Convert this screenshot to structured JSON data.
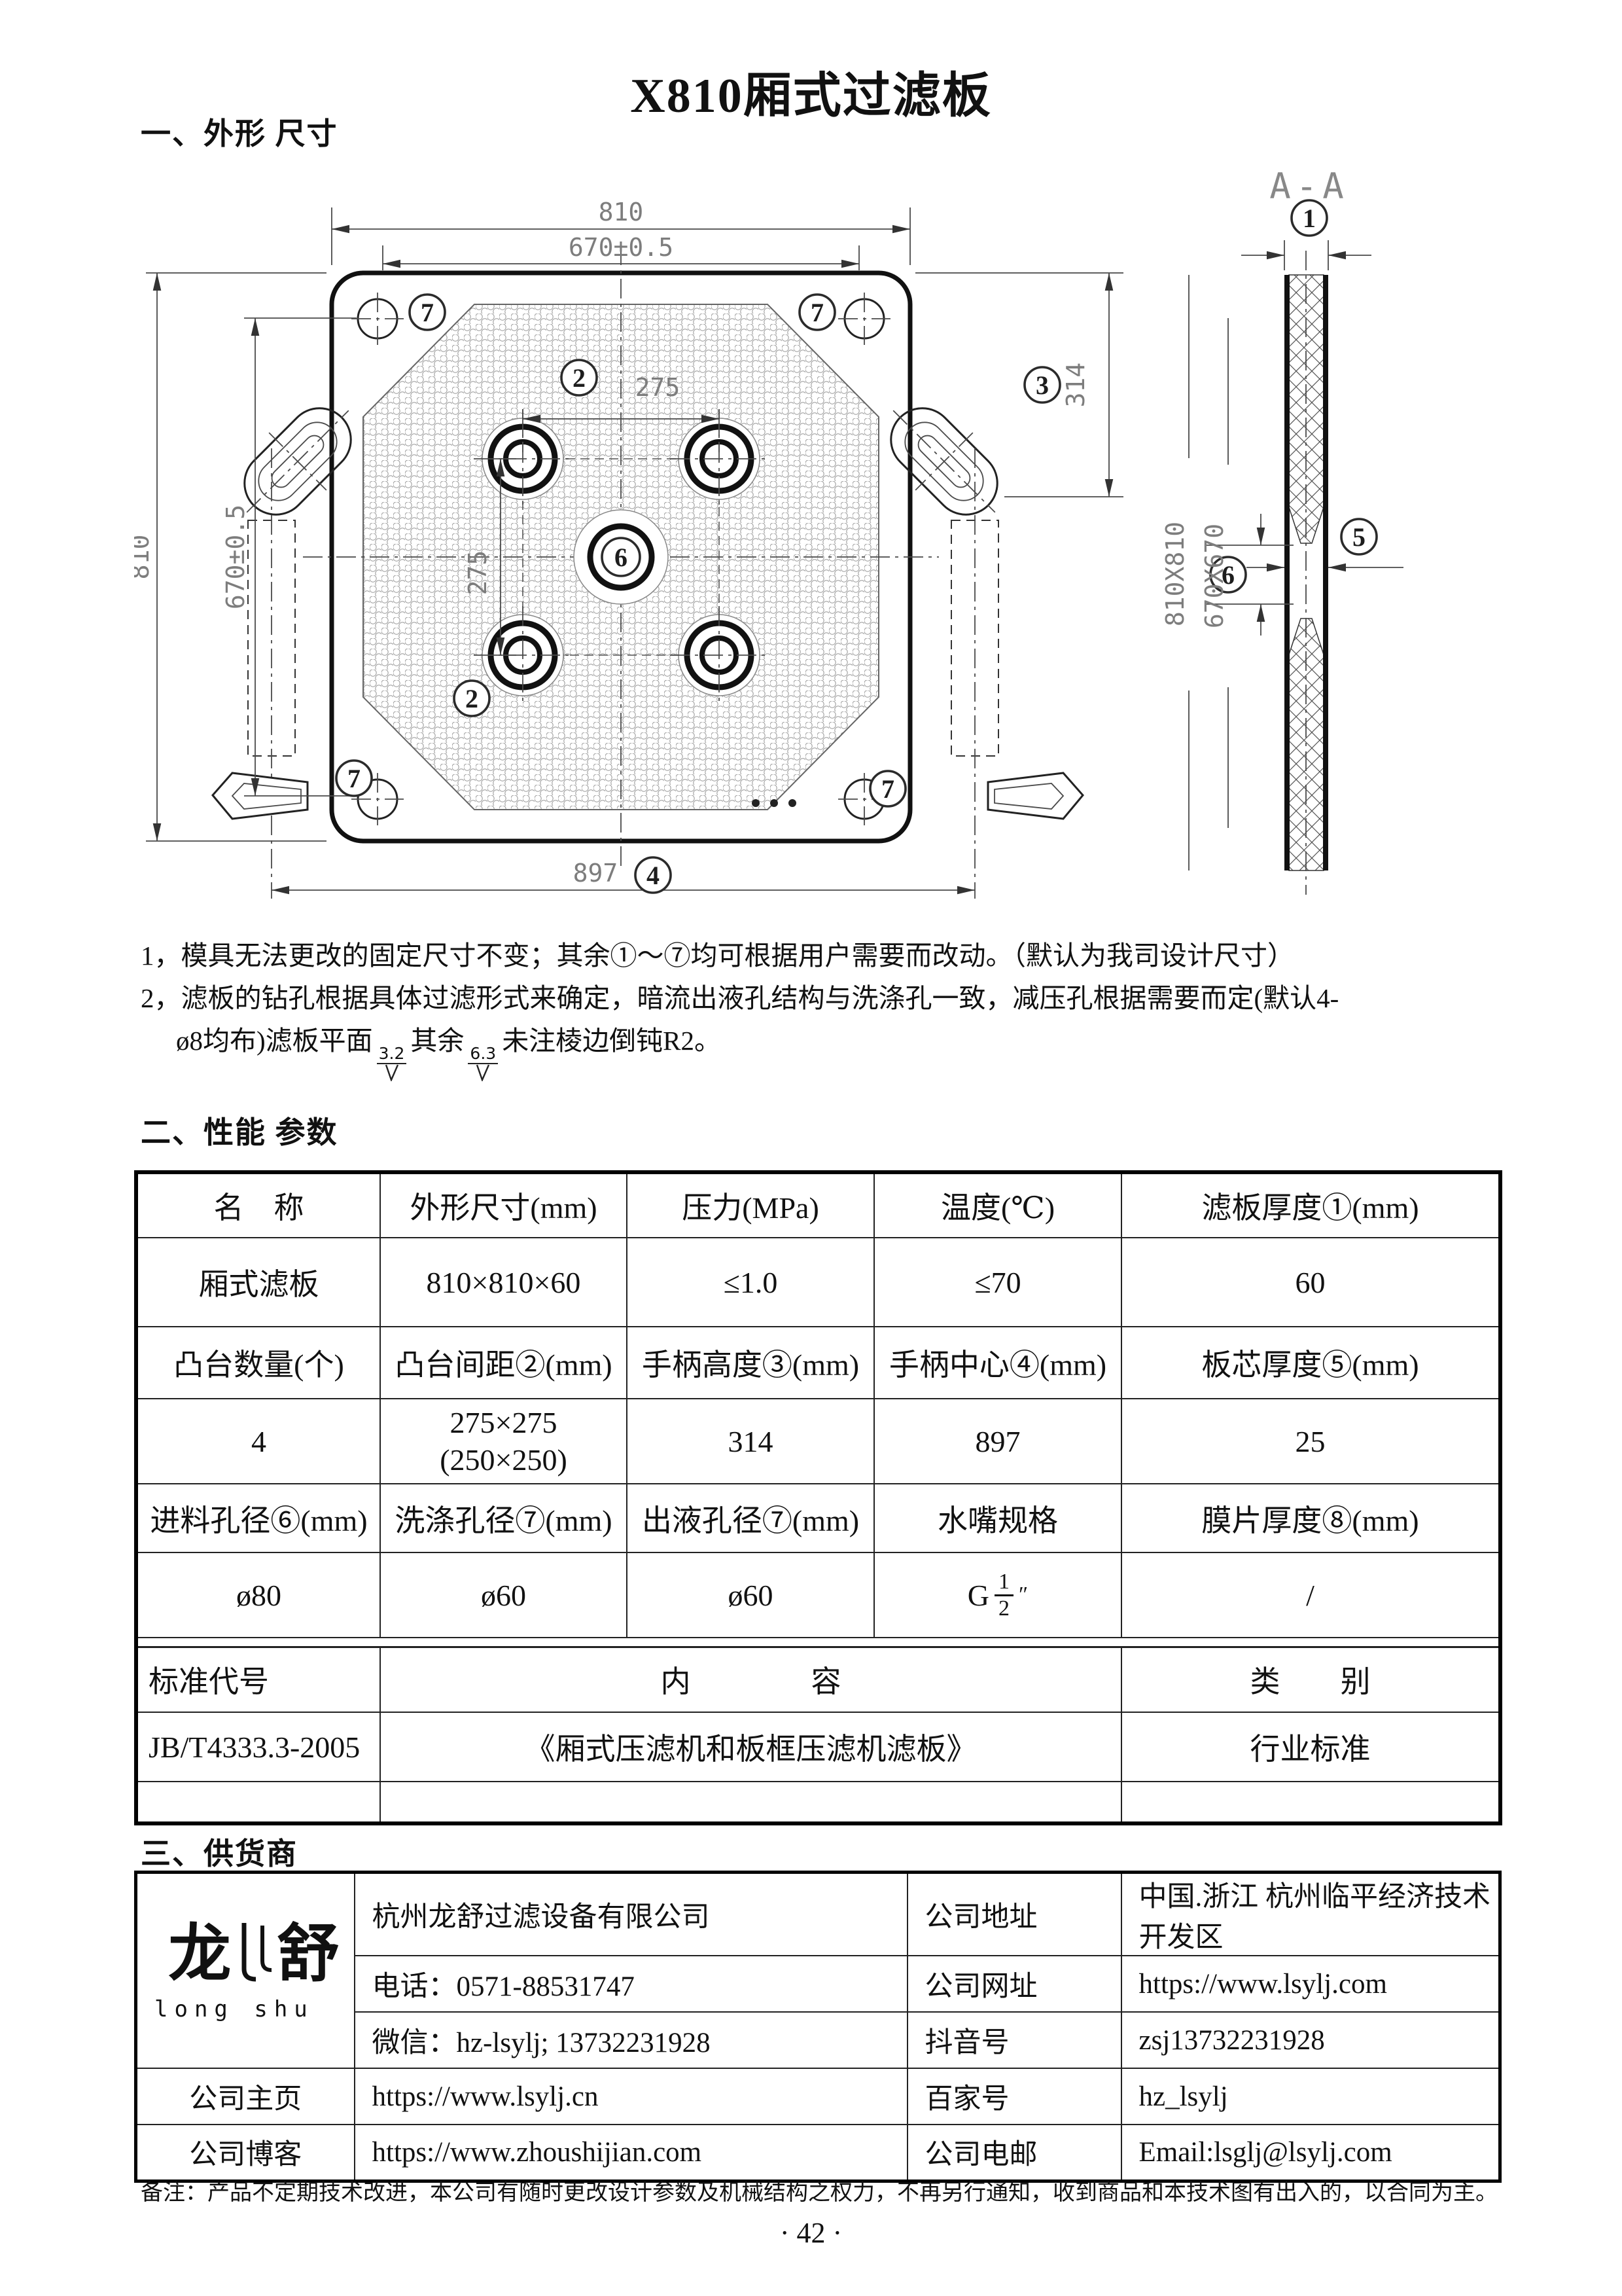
{
  "page": {
    "title": "X810厢式过滤板",
    "page_number": "· 42 ·",
    "footer_note": "备注：产品不定期技术改进，本公司有随时更改设计参数及机械结构之权力，不再另行通知，收到商品和本技术图有出入的，以合同为主。"
  },
  "sections": {
    "s1": "一、外形 尺寸",
    "s2": "二、性能 参数",
    "s3": "三、供货商"
  },
  "notes": {
    "line1": "1，模具无法更改的固定尺寸不变；其余①～⑦均可根据用户需要而改动。（默认为我司设计尺寸）",
    "line2_part1": "2，滤板的钻孔根据具体过滤形式来确定，暗流出液孔结构与洗涤孔一致，减压孔根据需要而定(默认4-",
    "line2_part2": "ø8均布)滤板平面",
    "roughness1": "3.2",
    "line2_part3": "其余",
    "roughness2": "6.3",
    "line2_part4": "未注棱边倒钝R2。"
  },
  "drawing": {
    "section_title": "A-A",
    "dims": {
      "top_outer": "810",
      "top_inner": "670±0.5",
      "left_outer": "810",
      "left_inner": "670±0.5",
      "boss_pitch_h": "275",
      "boss_pitch_v": "275",
      "handle_height": "314",
      "handle_center": "897",
      "size_label": "810X810",
      "core_label": "670X670"
    },
    "callout_digits": {
      "c1": "1",
      "c2": "2",
      "c3": "3",
      "c4": "4",
      "c5": "5",
      "c6": "6",
      "c7": "7"
    }
  },
  "params_table": {
    "r1": [
      "名　称",
      "外形尺寸(mm)",
      "压力(MPa)",
      "温度(℃)",
      "滤板厚度①(mm)"
    ],
    "r2": [
      "厢式滤板",
      "810×810×60",
      "≤1.0",
      "≤70",
      "60"
    ],
    "r3": [
      "凸台数量(个)",
      "凸台间距②(mm)",
      "手柄高度③(mm)",
      "手柄中心④(mm)",
      "板芯厚度⑤(mm)"
    ],
    "r4": {
      "c1": "4",
      "c2a": "275×275",
      "c2b": "(250×250)",
      "c3": "314",
      "c4": "897",
      "c5": "25"
    },
    "r5": [
      "进料孔径⑥(mm)",
      "洗涤孔径⑦(mm)",
      "出液孔径⑦(mm)",
      "水嘴规格",
      "膜片厚度⑧(mm)"
    ],
    "r6": {
      "c1": "ø80",
      "c2": "ø60",
      "c3": "ø60",
      "c5": "/"
    },
    "nozzle": {
      "prefix": "G",
      "num": "1",
      "den": "2",
      "unit": "″"
    },
    "std": {
      "h1": "标准代号",
      "h2": "内　　　　容",
      "h3": "类　　别",
      "code": "JB/T4333.3-2005",
      "content": "《厢式压滤机和板框压滤机滤板》",
      "category": "行业标准"
    }
  },
  "supplier": {
    "logo": {
      "char1": "龙",
      "char2": "舒",
      "latin": "long shu"
    },
    "company": "杭州龙舒过滤设备有限公司",
    "phone": "电话：0571-88531747",
    "wechat": "微信：hz-lsylj; 13732231928",
    "labels": {
      "address": "公司地址",
      "website": "公司网址",
      "douyin": "抖音号",
      "homepage": "公司主页",
      "baijia": "百家号",
      "blog": "公司博客",
      "email": "公司电邮"
    },
    "values": {
      "address": "中国.浙江 杭州临平经济技术开发区",
      "website": "https://www.lsylj.com",
      "douyin": "zsj13732231928",
      "homepage": "https://www.lsylj.cn",
      "baijia": "hz_lsylj",
      "blog": "https://www.zhoushijian.com",
      "email": "Email:lsglj@lsylj.com"
    }
  }
}
